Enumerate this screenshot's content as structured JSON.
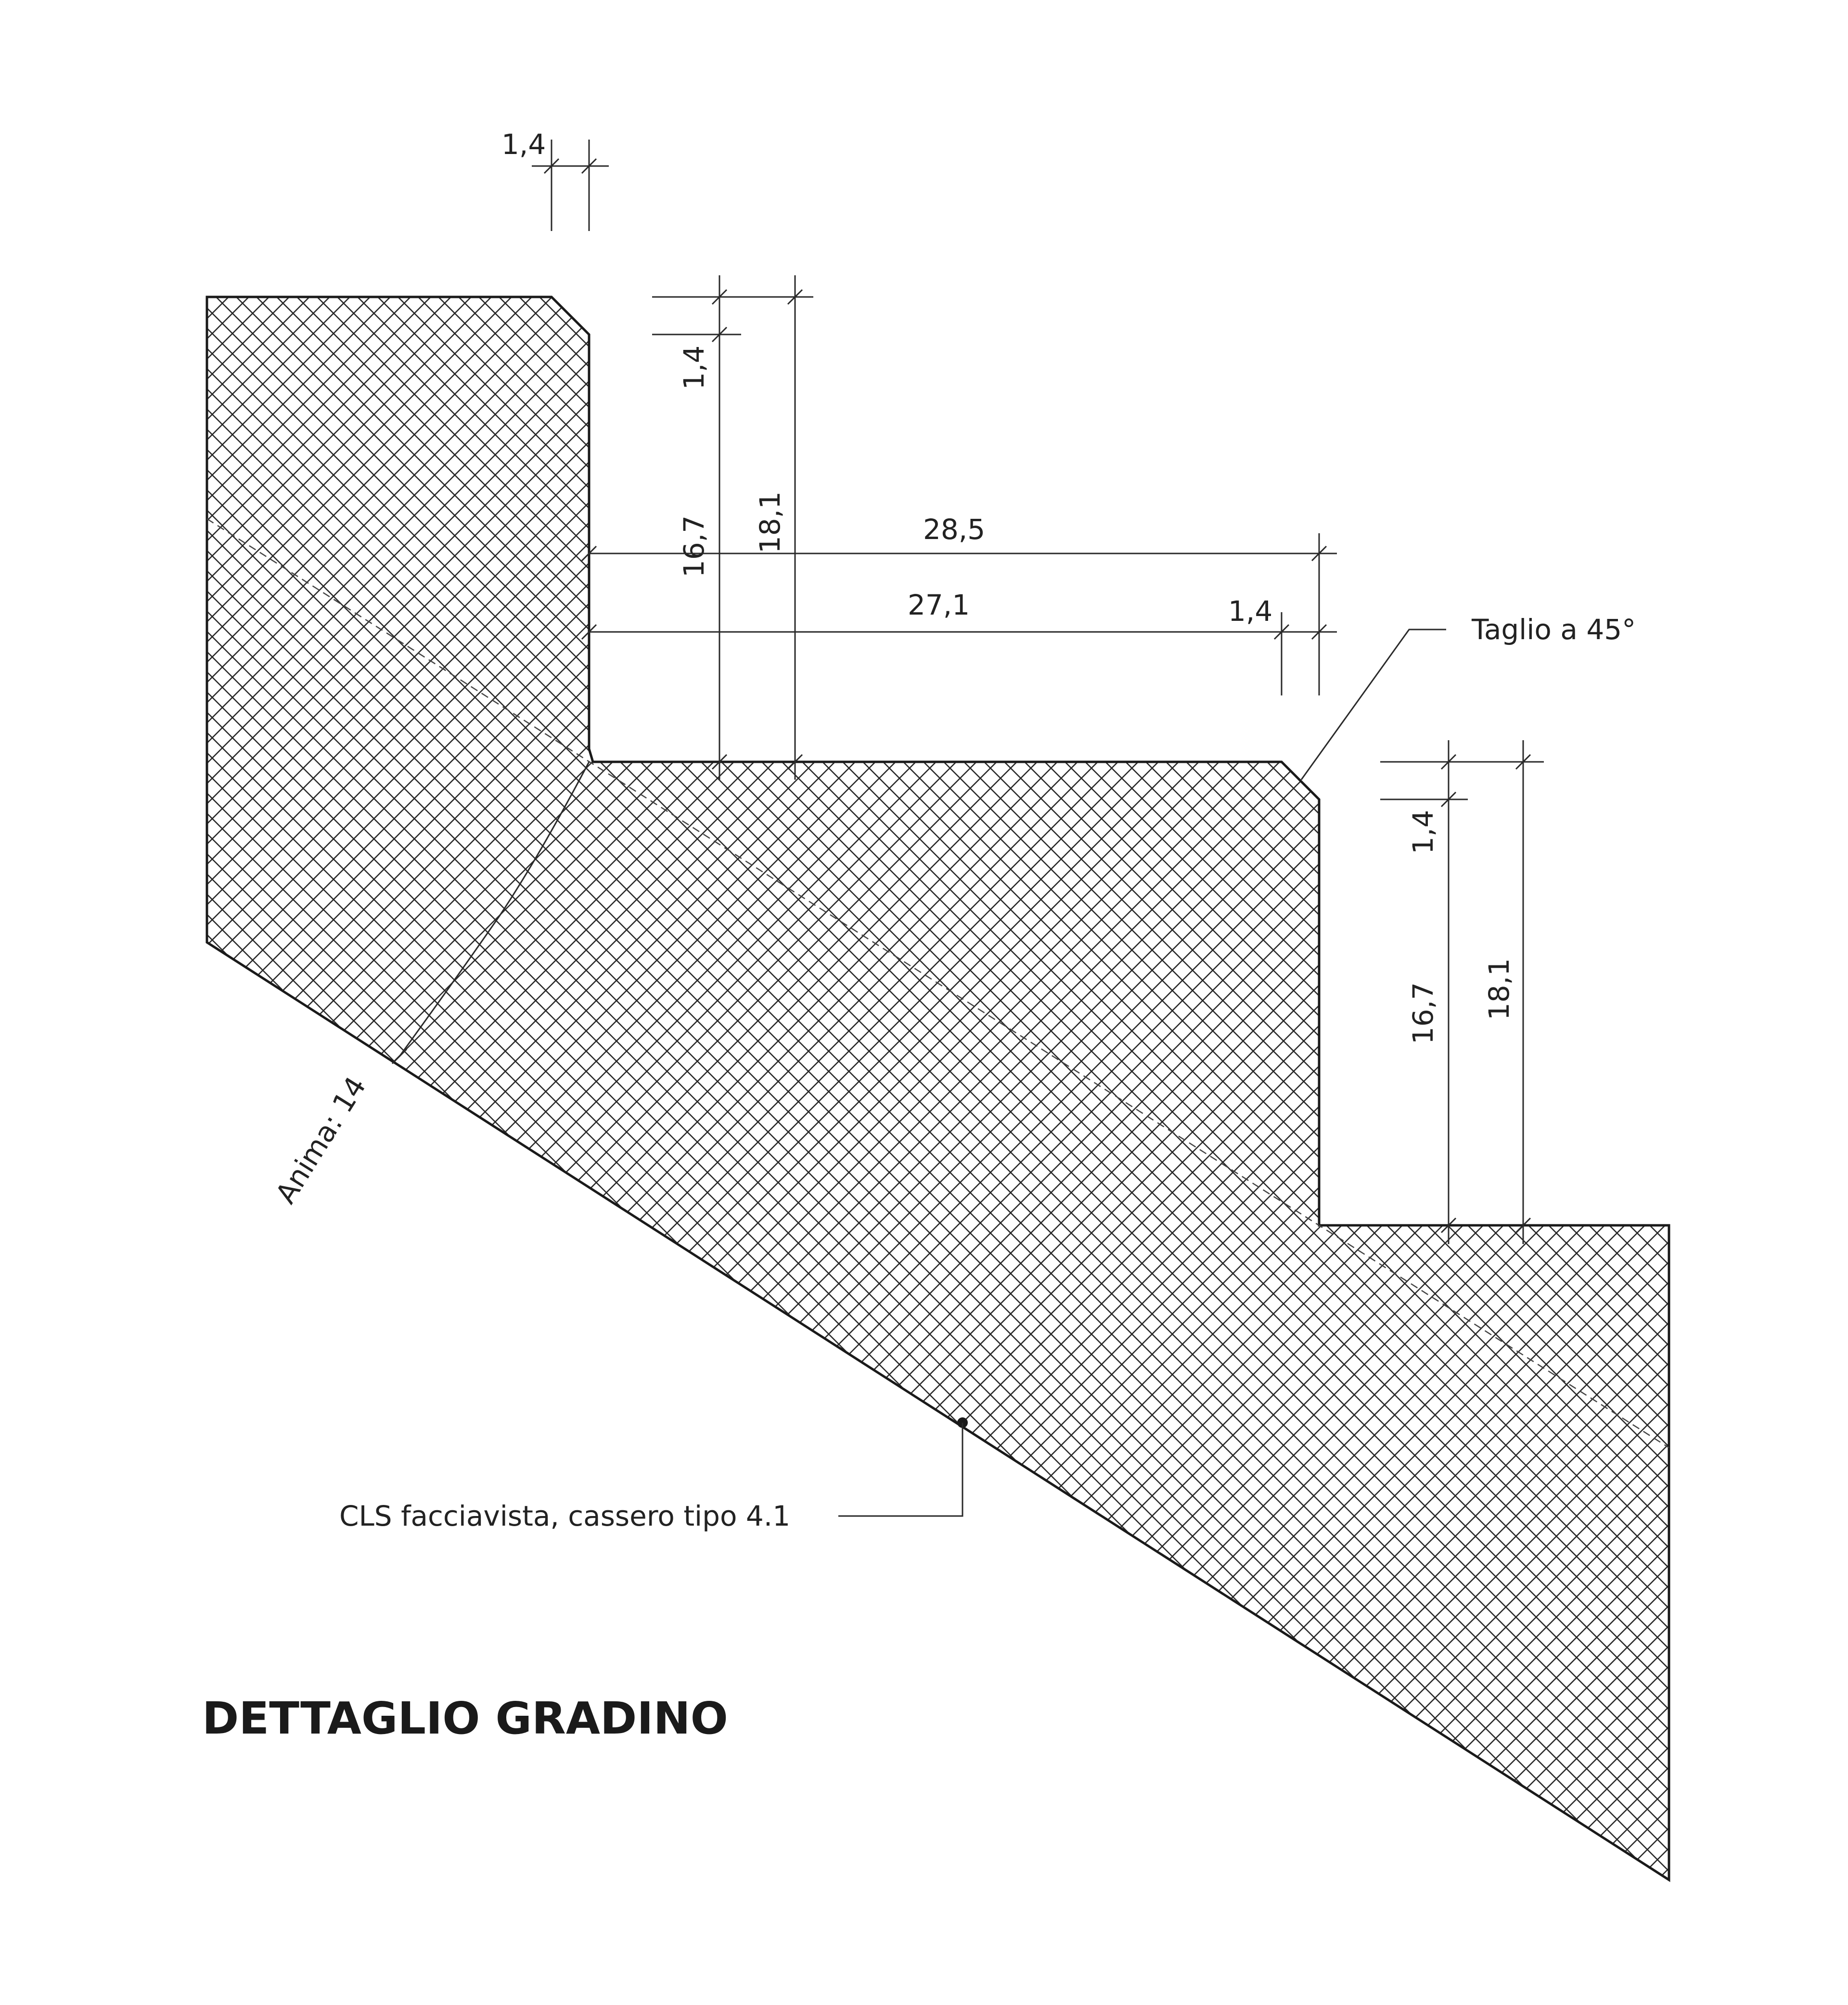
{
  "title": "DETTAGLIO GRADINO",
  "dimensions": {
    "top_chamfer": "1,4",
    "upper_step_chamfer": "1,4",
    "upper_step_riser_net": "16,7",
    "upper_step_riser_total": "18,1",
    "tread_total": "28,5",
    "tread_net": "27,1",
    "tread_chamfer": "1,4",
    "lower_step_chamfer": "1,4",
    "lower_step_riser_net": "16,7",
    "lower_step_riser_total": "18,1"
  },
  "annotations": {
    "cut_label": "Taglio a 45°",
    "core_label": "Anima: 14",
    "material_label": "CLS facciavista, cassero tipo 4.1"
  },
  "colors": {
    "line": "#1a1a1a",
    "hatch": "#2a2a2a",
    "background": "#ffffff"
  }
}
